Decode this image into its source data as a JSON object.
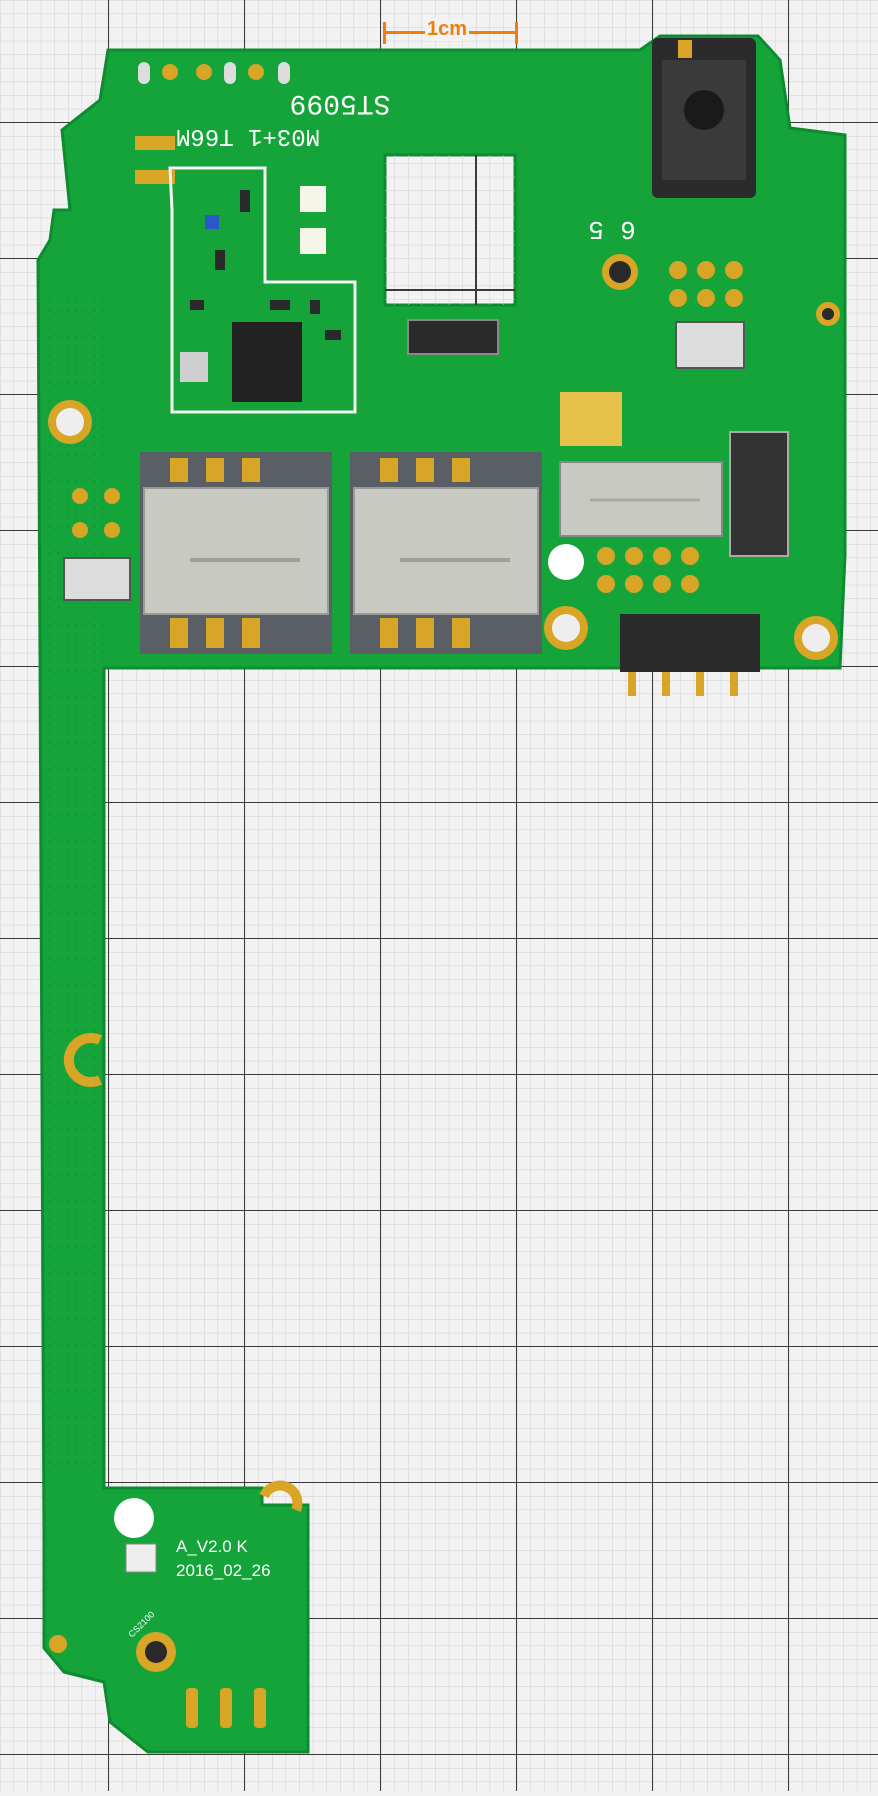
{
  "scale": {
    "label": "1cm"
  },
  "board": {
    "top_code": "ST5099",
    "top_id": "M03+1 T66M",
    "version": "A_V2.0 K",
    "date": "2016_02_26",
    "marks": {
      "five": "5",
      "six": "6"
    },
    "component_label": "CS2100"
  },
  "colors": {
    "pcb": "#14a43a",
    "pcb_dark": "#0d7f2a",
    "grid_minor": "#c9c9c9",
    "grid_major": "#4a4a4a",
    "background": "#f2f2f2",
    "gold": "#d8a526",
    "sim_metal": "#c9c9c4",
    "scale_accent": "#f07f0a"
  }
}
